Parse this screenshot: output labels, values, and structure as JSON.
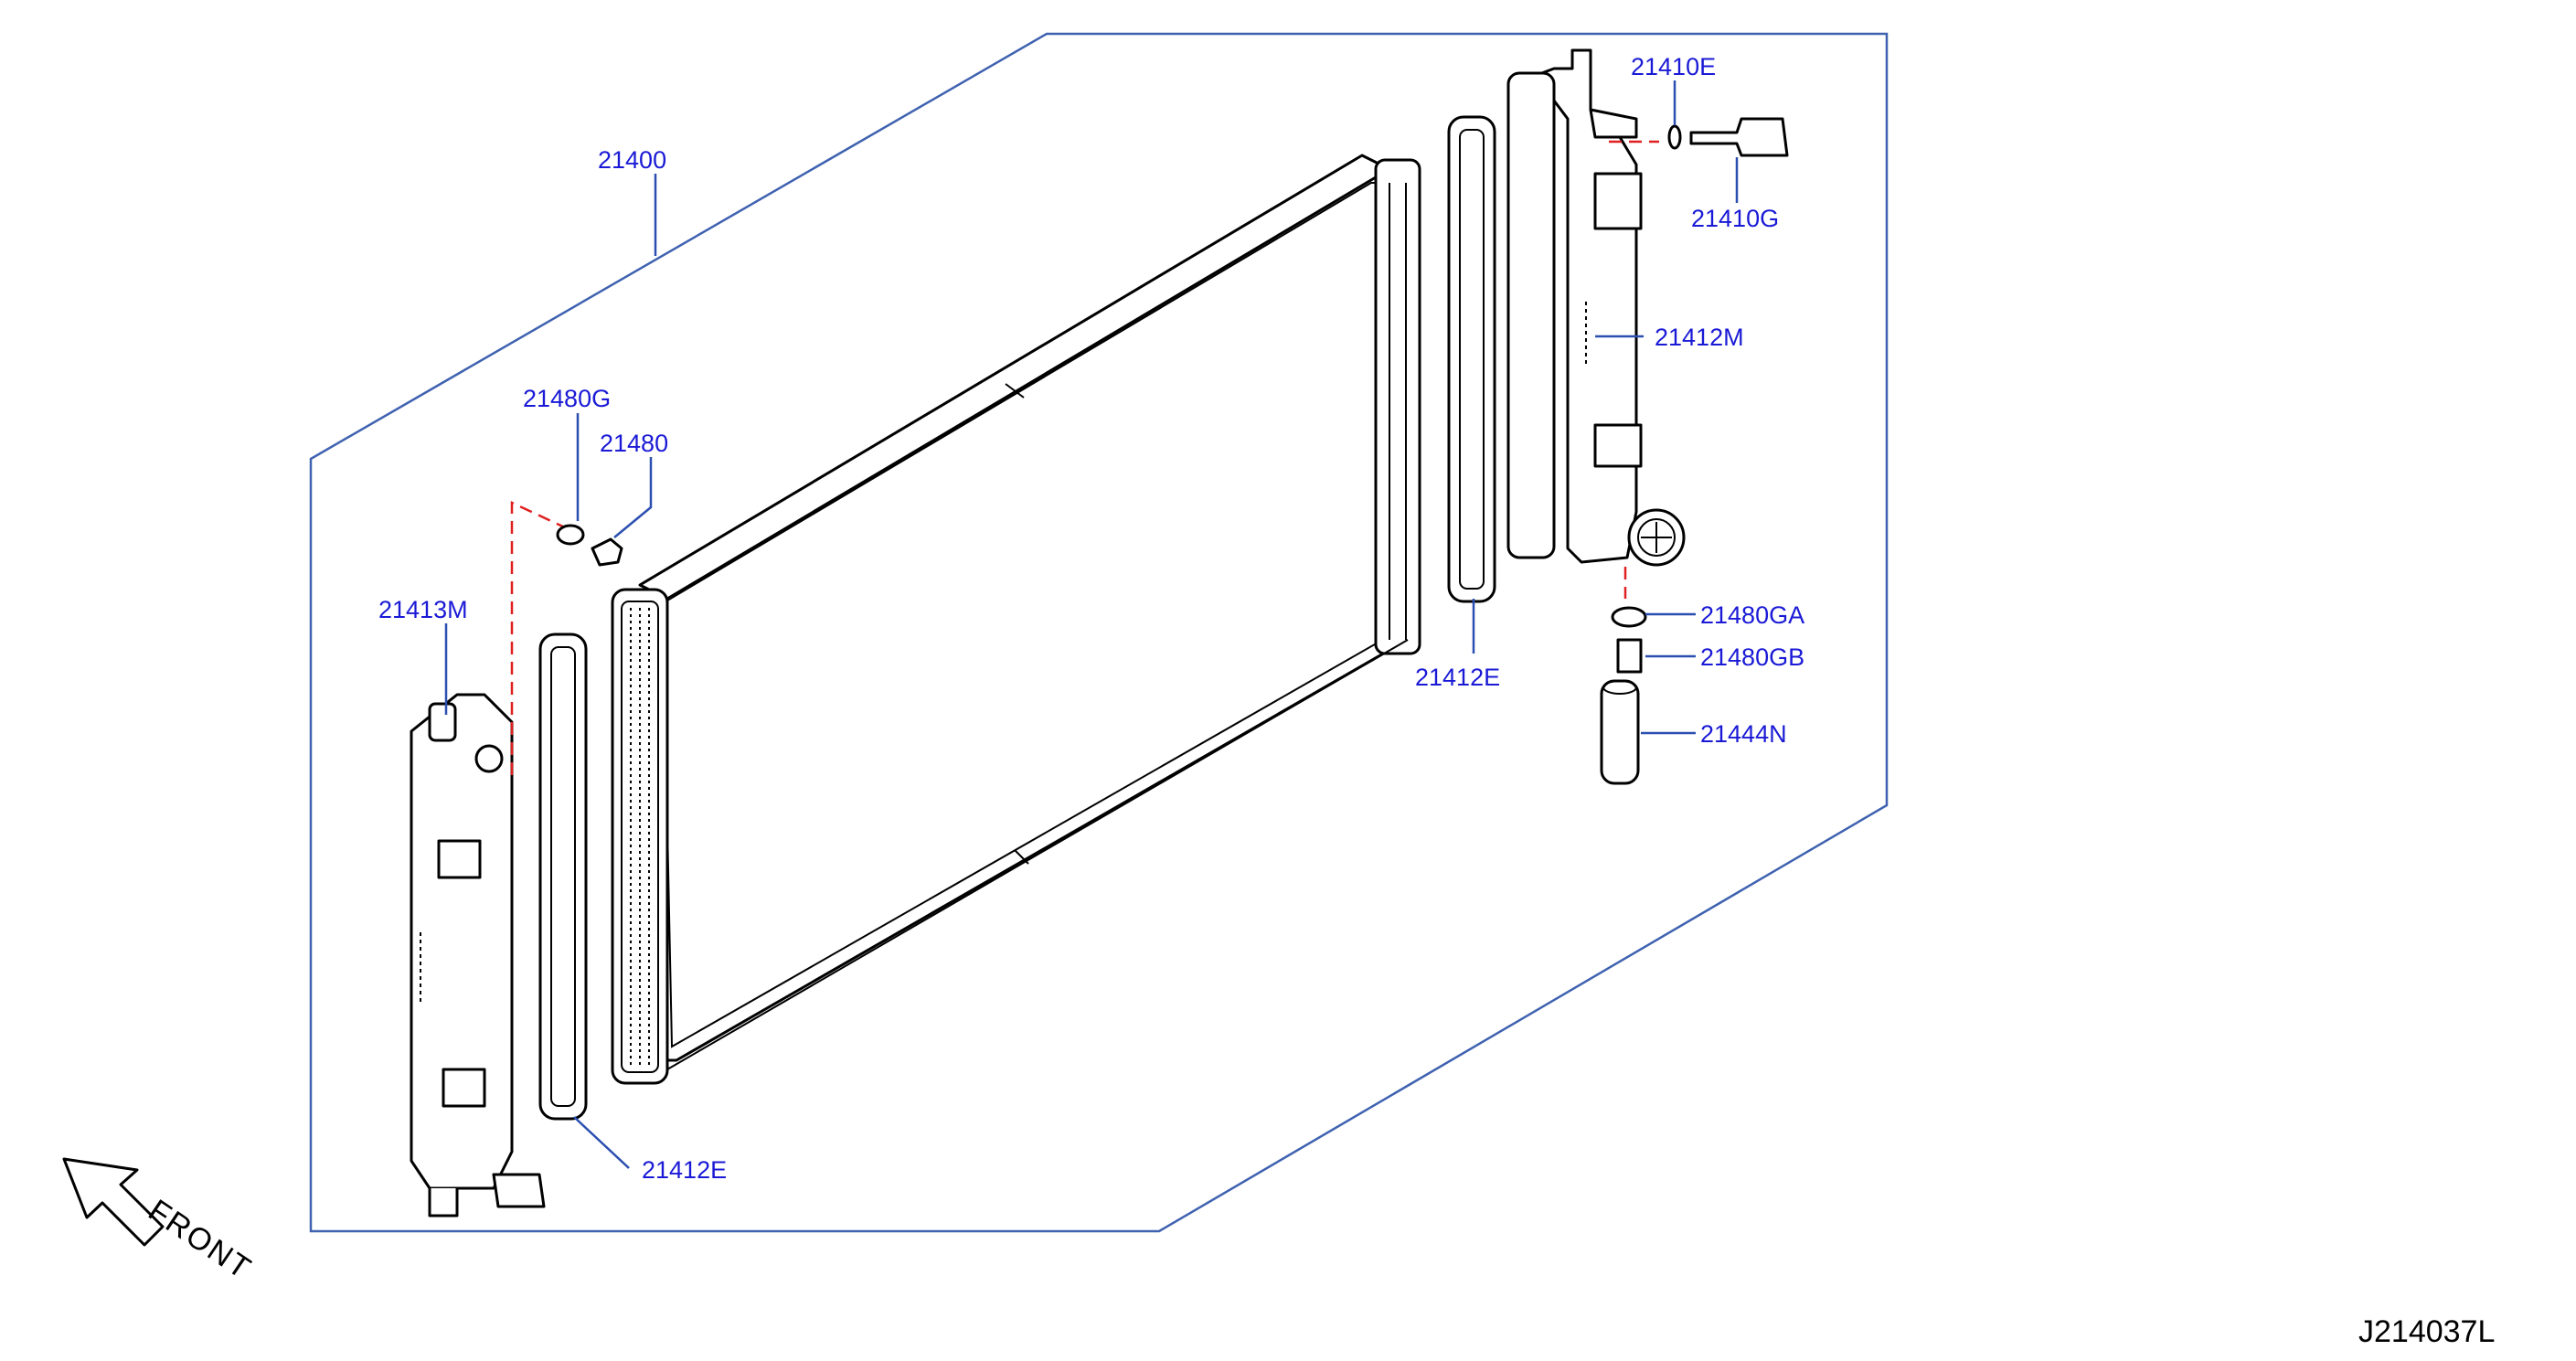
{
  "callouts": {
    "assembly": "21400",
    "washer_top": "21480G",
    "drain_plug_top": "21480",
    "left_tank": "21413M",
    "gasket_left": "21412E",
    "gasket_right": "21412E",
    "oring_sensor": "21410E",
    "sensor": "21410G",
    "right_tank": "21412M",
    "washer_drain": "21480GA",
    "drain_plug": "21480GB",
    "drain_hose": "21444N"
  },
  "direction_label": "FRONT",
  "diagram_ref": "J214037L",
  "colors": {
    "callout_text": "#1a1ad6",
    "leader_line": "#2b4fb0",
    "frame": "#3f62b0",
    "red_dashed": "#e02020",
    "part_outline": "#000000"
  }
}
